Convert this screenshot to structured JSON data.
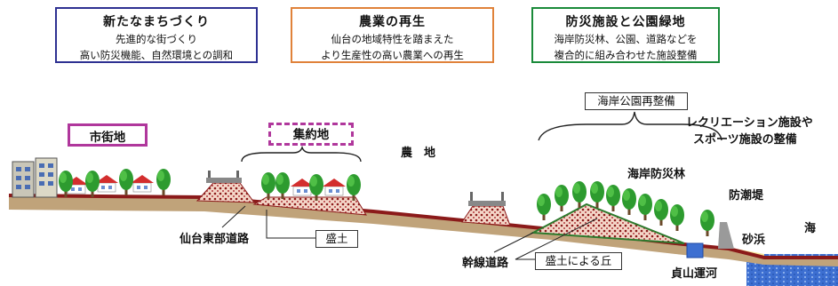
{
  "boxes": [
    {
      "title": "新たなまちづくり",
      "line1": "先進的な街づくり",
      "line2": "高い防災機能、自然環境との調和"
    },
    {
      "title": "農業の再生",
      "line1": "仙台の地域特性を踏まえた",
      "line2": "より生産性の高い農業への再生"
    },
    {
      "title": "防災施設と公園緑地",
      "line1": "海岸防災林、公園、道路などを",
      "line2": "複合的に組み合わせた施設整備"
    }
  ],
  "labels": {
    "shigaichi": "市街地",
    "shuyakuchi": "集約地",
    "nouchi": "農　地",
    "park": "海岸公園再整備",
    "recreation1": "レクリエーション施設や",
    "recreation2": "スポーツ施設の整備",
    "forest": "海岸防災林",
    "seawall": "防潮堤",
    "sea": "海",
    "beach": "砂浜",
    "canal": "貞山運河",
    "road1": "仙台東部道路",
    "morido": "盛土",
    "road2": "幹線道路",
    "hill": "盛土による丘"
  },
  "colors": {
    "box1": "#2e3192",
    "box2": "#e0823a",
    "box3": "#1a8a3a",
    "shigaichi": "#b0379c",
    "shuyakuchi": "#b0379c",
    "ground": "#8b1a1a",
    "embankment": "#f4d6c8",
    "tree": "#2d9b2f",
    "sea": "#3d6fd1",
    "beach": "#f5e79b"
  }
}
